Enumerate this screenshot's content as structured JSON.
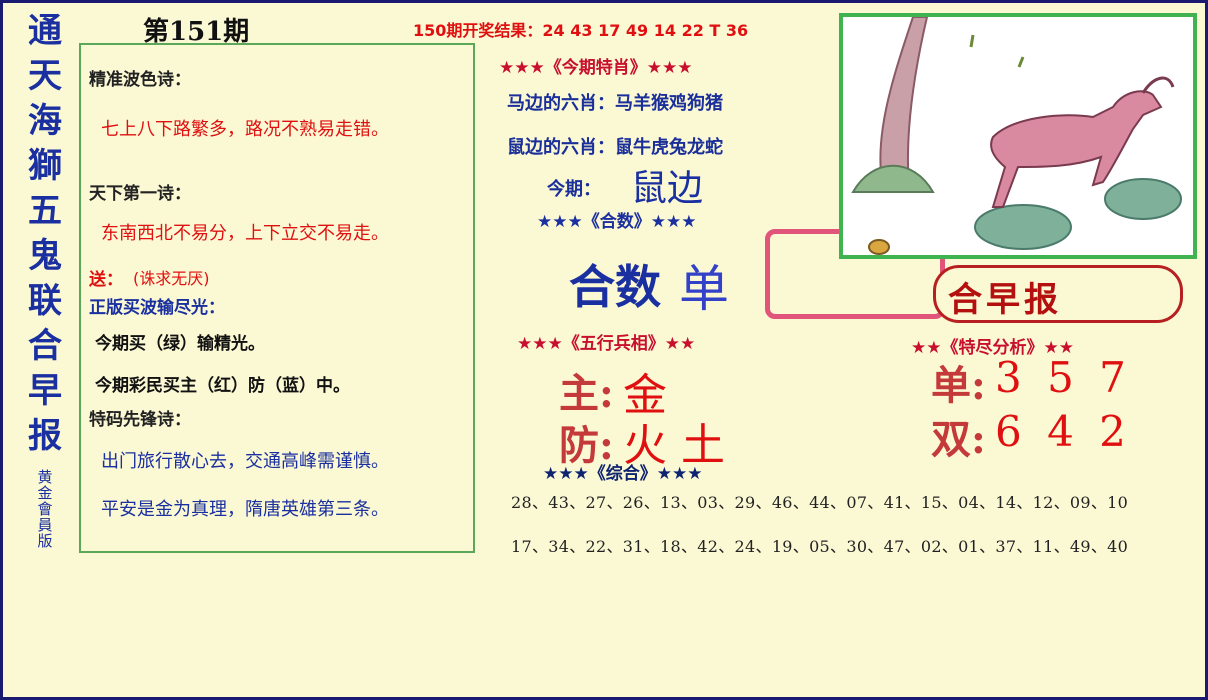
{
  "side_title": [
    "通",
    "天",
    "海",
    "獅",
    "五",
    "鬼",
    "联",
    "合",
    "早",
    "报"
  ],
  "side_subtitle": "黄金會員版",
  "issue": "第151期",
  "result": "150期开奖结果：24 43 17 49 14 22 T 36",
  "left": {
    "h1": "精准波色诗：",
    "l1": "七上八下路繁多，路况不熟易走错。",
    "h2": "天下第一诗：",
    "l2": "东南西北不易分，上下立交不易走。",
    "song_label": "送：",
    "song_value": "(诛求无厌)",
    "h3": "正版买波输尽光：",
    "k1": "今期买（绿）输精光。",
    "k2": "今期彩民买主（红）防（蓝）中。",
    "h4": "特码先锋诗：",
    "l3": "出门旅行散心去，交通高峰需谨慎。",
    "l4": "平安是金为真理，隋唐英雄第三条。"
  },
  "mid": {
    "tx_title": "★★★《今期特肖》★★★",
    "ma": "马边的六肖：马羊猴鸡狗猪",
    "shu": "鼠边的六肖：鼠牛虎兔龙蛇",
    "jq_label": "今期：",
    "jq_value": "鼠边",
    "hs_title": "★★★《合数》★★★",
    "hs_a": "合数",
    "hs_b": "单",
    "wx_title": "★★★《五行兵相》★★",
    "zhu_label": "主:",
    "zhu_value": "金",
    "fang_label": "防:",
    "fang_value": "火 土",
    "zh_title": "★★★《综合》★★★",
    "nums1": "28、43、27、26、13、03、29、46、44、07、41、15、04、14、12、09、10",
    "nums2": "17、34、22、31、18、42、24、19、05、30、47、02、01、37、11、49、40"
  },
  "right": {
    "banner": "合早报",
    "ts_title": "★★《特尽分析》★★",
    "dan_label": "单:",
    "dan_value": "3 5 7",
    "shuang_label": "双:",
    "shuang_value": "6 4 2"
  },
  "colors": {
    "blue": "#1a2fa0",
    "red": "#e01010",
    "green": "#5ba85b"
  }
}
